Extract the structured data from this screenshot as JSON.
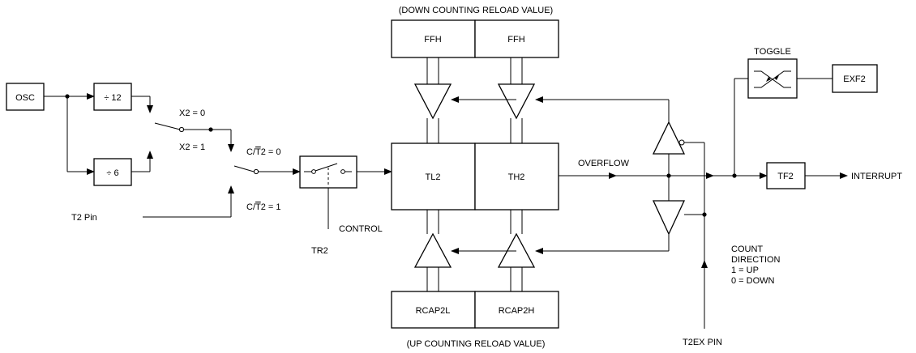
{
  "labels": {
    "top_caption": "(DOWN COUNTING RELOAD VALUE)",
    "bottom_caption": "(UP COUNTING RELOAD VALUE)",
    "osc": "OSC",
    "div12": "÷ 12",
    "div6": "÷ 6",
    "x2_0": "X2 = 0",
    "x2_1": "X2 = 1",
    "ct2_0_pre": "C/",
    "ct2_0_t": "T",
    "ct2_0_post": "2 = 0",
    "ct2_1_pre": "C/",
    "ct2_1_t": "T",
    "ct2_1_post": "2 = 1",
    "t2pin": "T2 Pin",
    "control": "CONTROL",
    "tr2": "TR2",
    "ffh_l": "FFH",
    "ffh_h": "FFH",
    "tl2": "TL2",
    "th2": "TH2",
    "rcap2l": "RCAP2L",
    "rcap2h": "RCAP2H",
    "overflow": "OVERFLOW",
    "toggle": "TOGGLE",
    "exf2": "EXF2",
    "tf2": "TF2",
    "interrupt": "INTERRUPT",
    "count_dir_1": "COUNT",
    "count_dir_2": "DIRECTION",
    "count_dir_3": "1 = UP",
    "count_dir_4": "0 = DOWN",
    "t2ex_pin": "T2EX PIN"
  }
}
